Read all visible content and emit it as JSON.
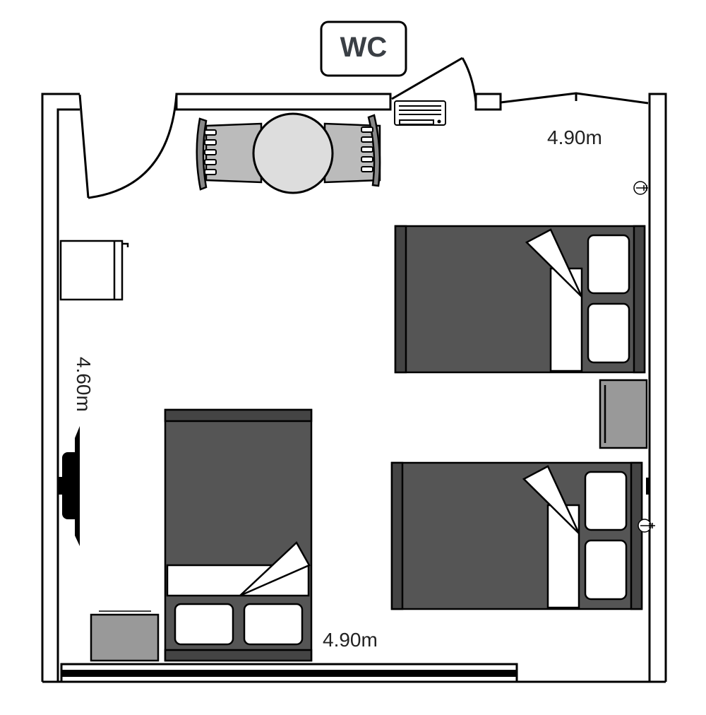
{
  "labels": {
    "wc": "WC",
    "top_width": "4.90m",
    "bottom_width": "4.90m",
    "side_length": "4.60m"
  },
  "colors": {
    "bed": "#555555",
    "furniture_gray": "#999999",
    "chair": "#bbbbbb",
    "table": "#dddddd",
    "line": "#000000"
  },
  "furniture": [
    "bed",
    "bed",
    "bed",
    "round-table",
    "chair",
    "chair",
    "nightstand",
    "dresser",
    "tv",
    "air-conditioner",
    "side-box",
    "lamp",
    "lamp"
  ]
}
